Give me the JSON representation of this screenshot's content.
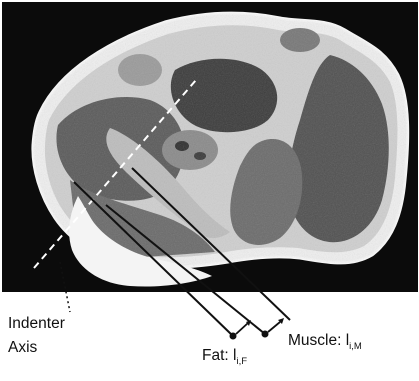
{
  "labels": {
    "indenter_axis": [
      "Indenter",
      "Axis"
    ],
    "fat": {
      "prefix": "Fat: l",
      "subscript": "i,F"
    },
    "muscle": {
      "prefix": "Muscle: l",
      "subscript": "i,M"
    }
  },
  "colors": {
    "scan_background": "#0b0b0b",
    "muscle_tissue": "#5c5c5c",
    "fat_tissue": "#d8d8d8",
    "skin": "#f2f2f2",
    "annotation_line": "#111111"
  }
}
